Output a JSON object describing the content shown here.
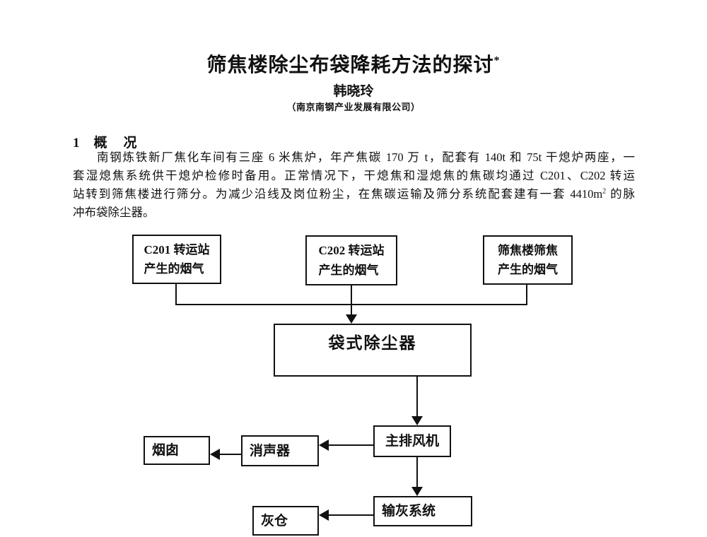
{
  "page": {
    "background": "#ffffff",
    "text_color": "#111111"
  },
  "header": {
    "title": "筛焦楼除尘布袋降耗方法的探讨",
    "title_mark": "*",
    "author": "韩晓玲",
    "affiliation": "（南京南钢产业发展有限公司）"
  },
  "section": {
    "number": "1",
    "title": "概　况"
  },
  "paragraph": {
    "line1": "南钢炼铁新厂焦化车间有三座 6 米焦炉，年产焦碳 170 万 t，配套有 140t 和 75t 干熄炉两座，一",
    "line2": "套湿熄焦系统供干熄炉检修时备用。正常情况下，干熄焦和湿熄焦的焦碳均通过 C201、C202 转运",
    "line3_pre": "站转到筛焦楼进行筛分。为减少沿线及岗位粉尘，在焦碳运输及筛分系统配套建有一套 4410m",
    "line3_sup": "2",
    "line3_post": " 的脉",
    "line4": "冲布袋除尘器。"
  },
  "flowchart": {
    "nodes": {
      "c201": "C201 转运站\n产生的烟气",
      "c202": "C202 转运站\n产生的烟气",
      "sieve": "筛焦楼筛焦\n产生的烟气",
      "collector": "袋式除尘器",
      "fan": "主排风机",
      "silencer": "消声器",
      "chimney": "烟囱",
      "ash_system": "输灰系统",
      "ash_bin": "灰仓"
    }
  }
}
